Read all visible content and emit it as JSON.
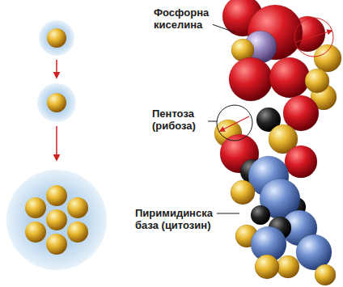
{
  "diagram": {
    "labels": [
      "Фосфорна киселина",
      "Пентоза (рибоза)",
      "Пиримидинска база (цитозин)"
    ]
  }
}
